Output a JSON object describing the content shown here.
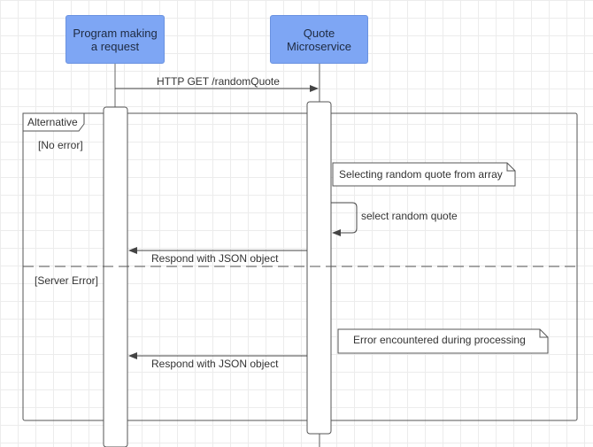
{
  "participants": {
    "client": "Program making a request",
    "service": "Quote Microservice"
  },
  "messages": {
    "request": "HTTP GET /randomQuote",
    "self_call": "select random quote",
    "response_ok": "Respond with JSON object",
    "response_error": "Respond with JSON object"
  },
  "frame": {
    "operator": "Alternative",
    "guard_ok": "[No error]",
    "guard_error": "[Server Error]"
  },
  "notes": {
    "selecting": "Selecting random quote from array",
    "error": "Error encountered during processing"
  },
  "colors": {
    "participant_fill": "#7ea6f4",
    "line": "#555555"
  }
}
